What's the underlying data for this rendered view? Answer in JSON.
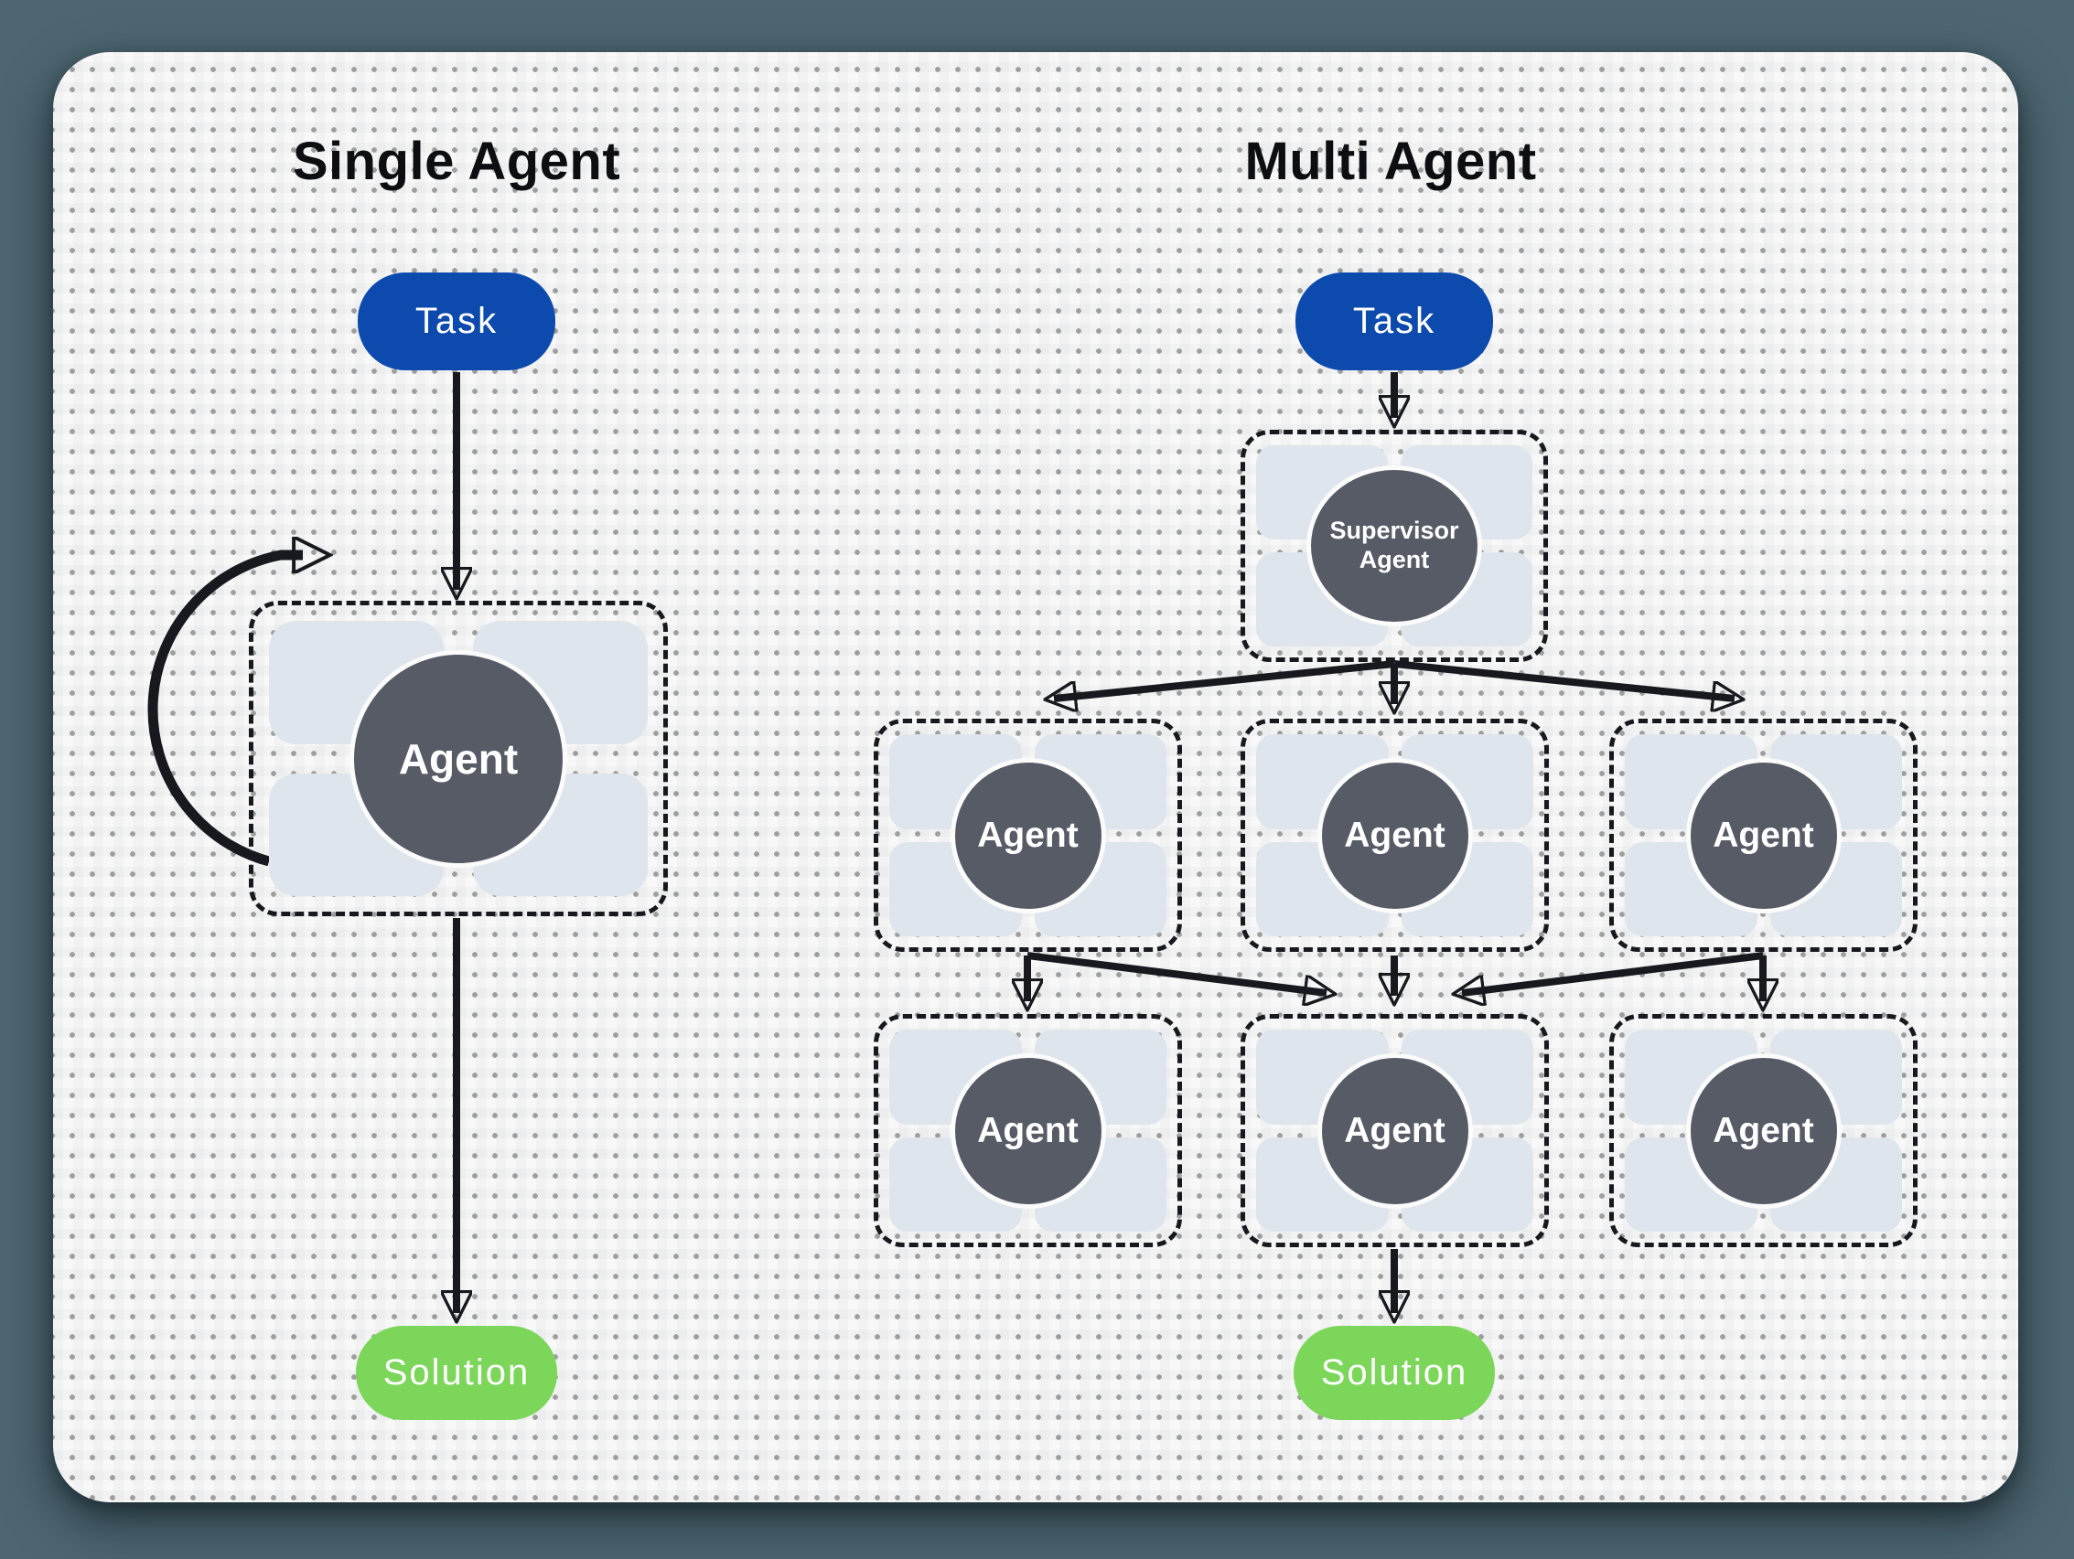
{
  "page": {
    "background_color": "#4D6671",
    "board_color": "#F8F8F8"
  },
  "colors": {
    "task_fill": "#0D4AAD",
    "solution_fill": "#7CD65A",
    "agent_node_fill": "#575B65",
    "tool_chip_fill": "#DFE5ED",
    "connector": "#17191E"
  },
  "left_panel": {
    "title": "Single Agent",
    "task_label": "Task",
    "agent_label": "Agent",
    "solution_label": "Solution"
  },
  "right_panel": {
    "title": "Multi Agent",
    "task_label": "Task",
    "supervisor_label": "Supervisor Agent",
    "agent_label": "Agent",
    "solution_label": "Solution"
  }
}
